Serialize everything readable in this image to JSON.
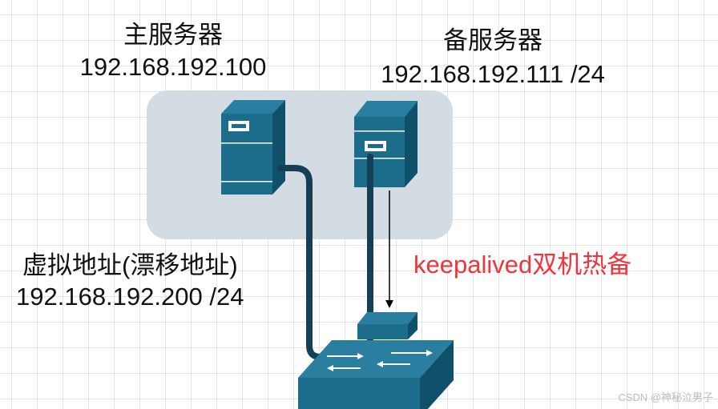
{
  "primary_server": {
    "title": "主服务器",
    "ip": "192.168.192.100"
  },
  "backup_server": {
    "title": "备服务器",
    "ip": "192.168.192.111 /24"
  },
  "virtual_ip": {
    "title": "虚拟地址(漂移地址)",
    "ip": "192.168.192.200 /24"
  },
  "ha_label": "keepalived双机热备",
  "watermark": "CSDN @神秘泣男子",
  "colors": {
    "device_front": "#1c6c8c",
    "device_side": "#11506b",
    "device_top": "#2a7fa0",
    "cluster_bg": "#d3dce3",
    "cable": "#163f56",
    "arrow": "#000000",
    "highlight_text": "#f0353a"
  }
}
